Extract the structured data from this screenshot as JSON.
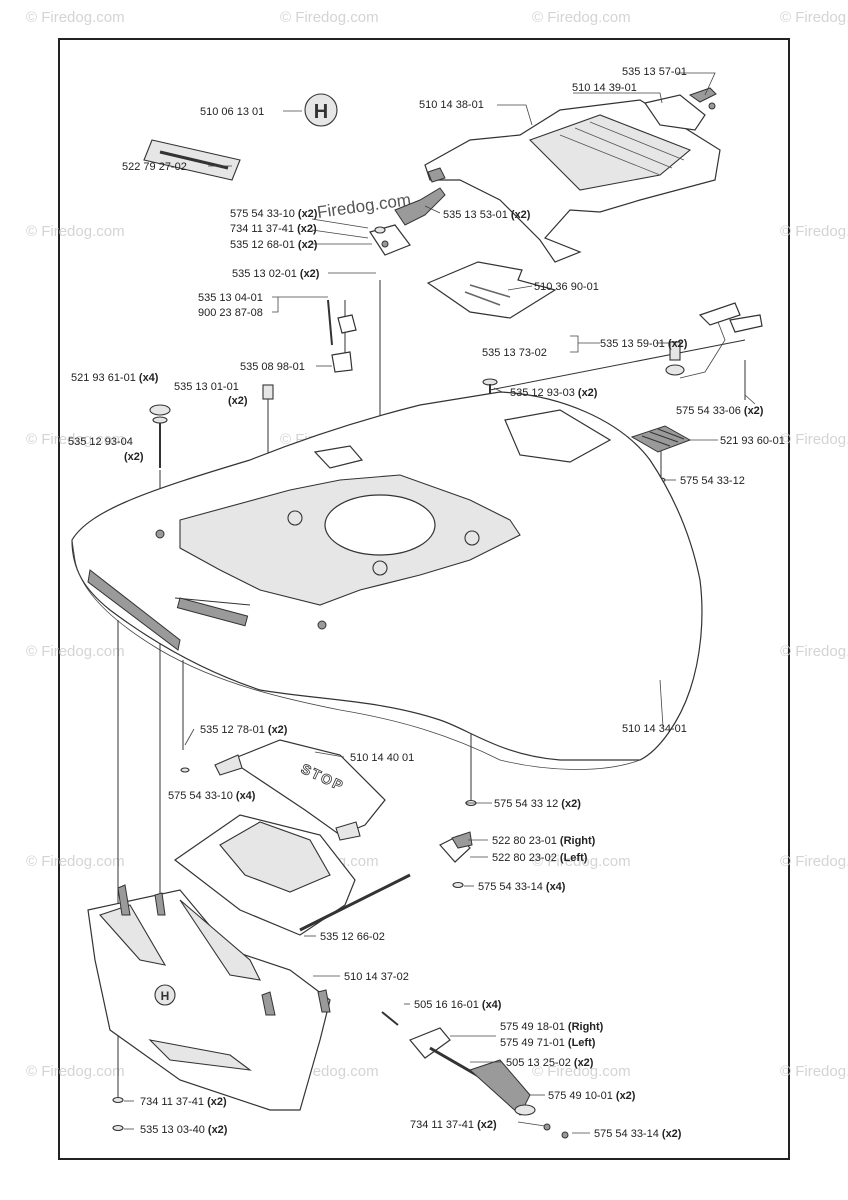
{
  "watermark": {
    "text": "© Firedog.com",
    "center_text": "Firedog.com"
  },
  "labels": [
    {
      "part": "535 13 57-01",
      "qty": ""
    },
    {
      "part": "510 14 39-01",
      "qty": ""
    },
    {
      "part": "510 06 13 01",
      "qty": ""
    },
    {
      "part": "510 14 38-01",
      "qty": ""
    },
    {
      "part": "522 79 27-02",
      "qty": ""
    },
    {
      "part": "575 54 33-10",
      "qty": "(x2)"
    },
    {
      "part": "734 11 37-41",
      "qty": "(x2)"
    },
    {
      "part": "535 12 68-01",
      "qty": "(x2)"
    },
    {
      "part": "535 13 53-01",
      "qty": "(x2)"
    },
    {
      "part": "535 13 02-01",
      "qty": "(x2)"
    },
    {
      "part": "510 36 90-01",
      "qty": ""
    },
    {
      "part": "535 13 04-01",
      "qty": ""
    },
    {
      "part": "900 23 87-08",
      "qty": ""
    },
    {
      "part": "535 13 73-02",
      "qty": ""
    },
    {
      "part": "535 13 59-01",
      "qty": "(x2)"
    },
    {
      "part": "535 08 98-01",
      "qty": ""
    },
    {
      "part": "521 93 61-01",
      "qty": "(x4)"
    },
    {
      "part": "535 13 01-01",
      "qty": "(x2)"
    },
    {
      "part": "535 12 93-03",
      "qty": "(x2)"
    },
    {
      "part": "575 54 33-06",
      "qty": "(x2)"
    },
    {
      "part": "535 12 93-04",
      "qty": "(x2)"
    },
    {
      "part": "521 93 60-01",
      "qty": ""
    },
    {
      "part": "575 54 33-12",
      "qty": ""
    },
    {
      "part": "510 14 34-01",
      "qty": ""
    },
    {
      "part": "535 12 78-01",
      "qty": "(x2)"
    },
    {
      "part": "510 14 40 01",
      "qty": ""
    },
    {
      "part": "575 54 33-10",
      "qty": "(x4)"
    },
    {
      "part": "575 54 33 12",
      "qty": "(x2)"
    },
    {
      "part": "522 80 23-01",
      "qty": "(Right)"
    },
    {
      "part": "522 80 23-02",
      "qty": "(Left)"
    },
    {
      "part": "575 54 33-14",
      "qty": "(x4)"
    },
    {
      "part": "535 12 66-02",
      "qty": ""
    },
    {
      "part": "510 14 37-02",
      "qty": ""
    },
    {
      "part": "505 16 16-01",
      "qty": "(x4)"
    },
    {
      "part": "575 49 18-01",
      "qty": "(Right)"
    },
    {
      "part": "575 49 71-01",
      "qty": "(Left)"
    },
    {
      "part": "505 13 25-02",
      "qty": "(x2)"
    },
    {
      "part": "575 49 10-01",
      "qty": "(x2)"
    },
    {
      "part": "734 11 37-41",
      "qty": "(x2)"
    },
    {
      "part": "535 13 03-40",
      "qty": "(x2)"
    },
    {
      "part": "734 11 37-41",
      "qty": "(x2)"
    },
    {
      "part": "575 54 33-14",
      "qty": "(x2)"
    }
  ],
  "decals": {
    "stop": "STOP"
  }
}
